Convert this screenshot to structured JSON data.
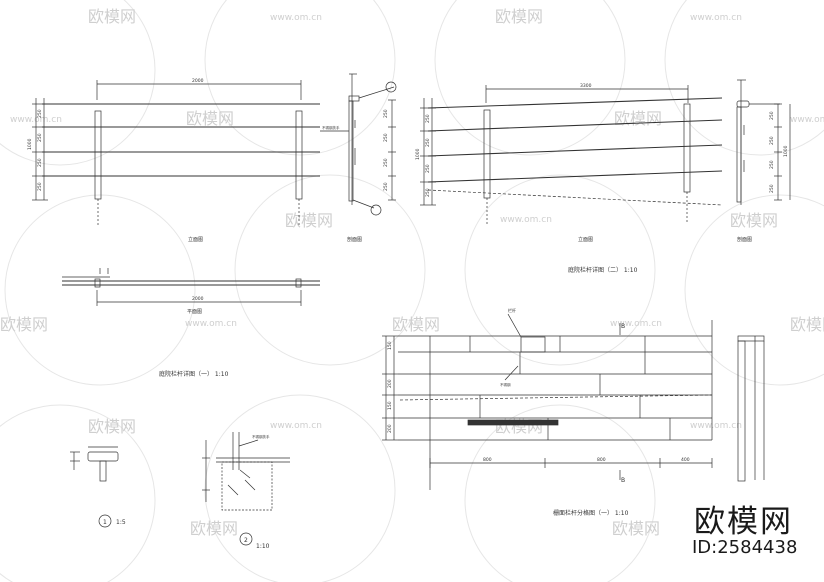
{
  "watermark": {
    "brand": "欧模网",
    "url": "www.om.cn",
    "id": "ID:2584438"
  },
  "sheet1": {
    "elevation_label": "立面图",
    "section_label": "剖面图",
    "plan_label": "平面图",
    "title": "庭院栏杆详图（一）  1:10",
    "dims": {
      "span": "2000",
      "height": "1000",
      "seg1": "250",
      "seg2": "250",
      "seg3": "250",
      "seg4": "250",
      "plan_span": "2000"
    },
    "section_note": "不锈钢扶手"
  },
  "sheet2": {
    "elevation_label": "立面图",
    "section_label": "剖面图",
    "title": "庭院栏杆详图（二）  1:10",
    "dims": {
      "span": "3300",
      "height": "1000",
      "seg1": "250",
      "seg2": "250",
      "seg3": "250",
      "seg4": "250"
    }
  },
  "sheet3": {
    "title": "栅面栏杆分格图（一）  1:10",
    "dims": {
      "w1": "800",
      "w2": "800",
      "w3": "400",
      "h1": "150",
      "h2": "200",
      "h3": "150",
      "h4": "200"
    },
    "note_a": "栏杆",
    "note_b": "B",
    "note_c": "不锈钢"
  },
  "detail1": {
    "scale": "1:5",
    "num": "1"
  },
  "detail2": {
    "scale": "1:10",
    "num": "2",
    "note": "不锈钢扶手"
  },
  "colors": {
    "line": "#333333",
    "watermark": "#c9c9c9"
  }
}
